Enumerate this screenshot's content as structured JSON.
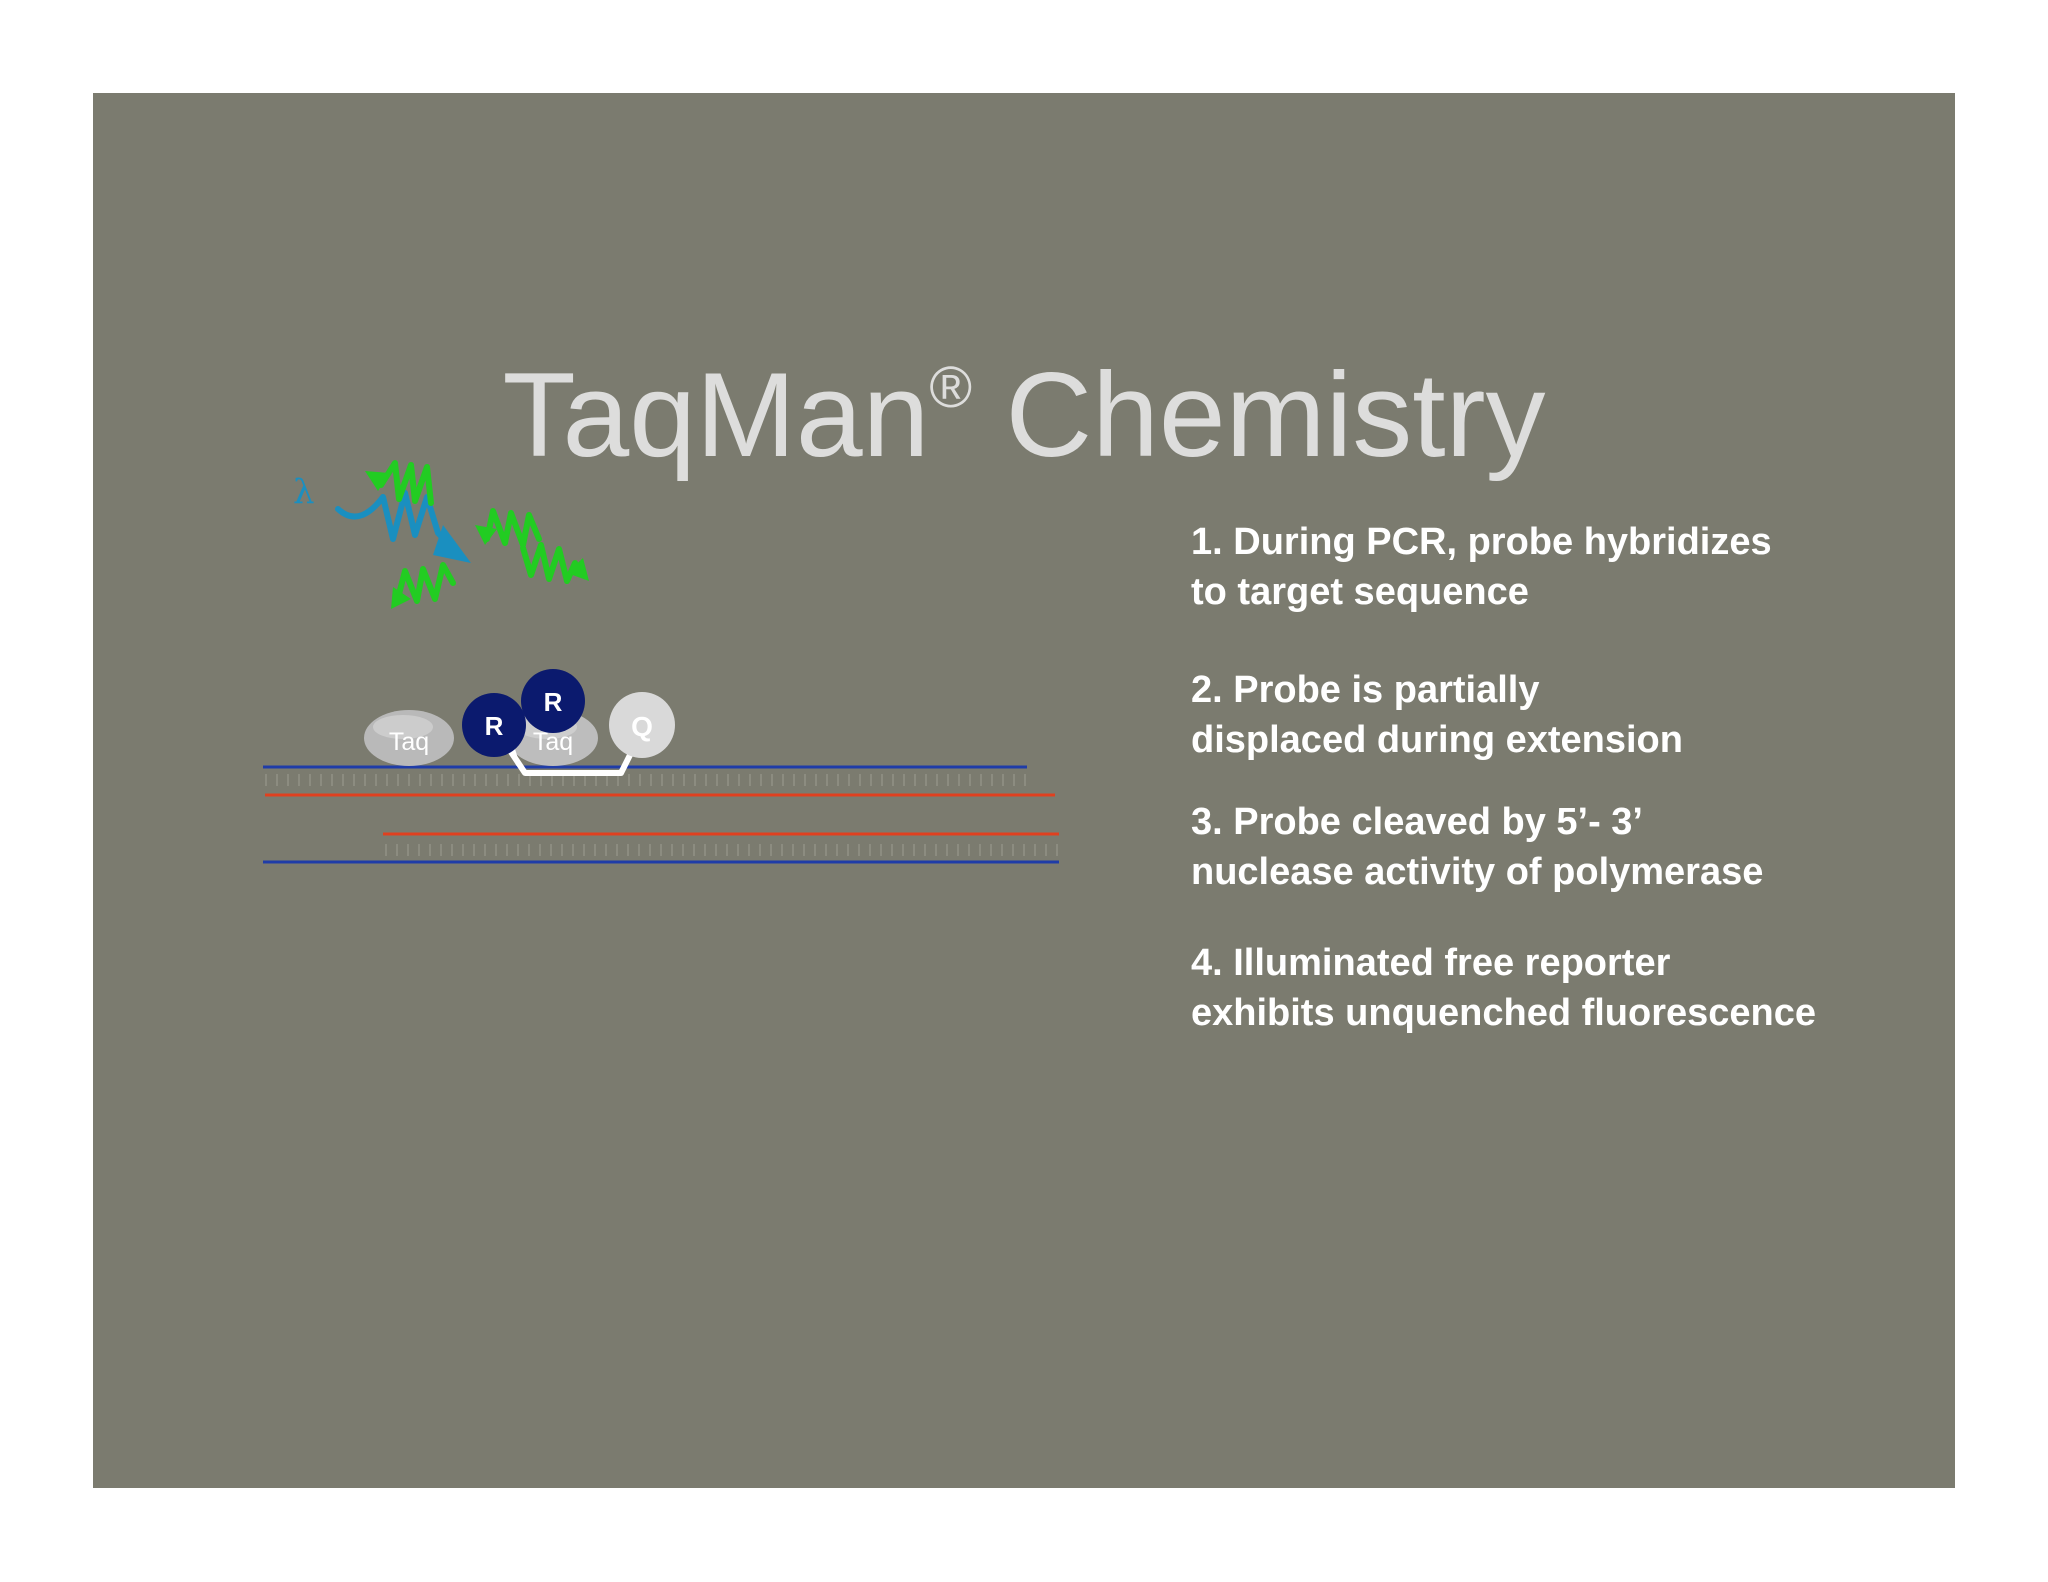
{
  "slide": {
    "title": "TaqMan",
    "title_mark": "®",
    "title_suffix": "Chemistry"
  },
  "diagram": {
    "lambda_symbol": "λ",
    "reporter_label": "R",
    "quencher_label": "Q",
    "polymerase_label": "Taq"
  },
  "steps": [
    {
      "line1": "1.  During PCR, probe hybridizes",
      "line2": "to target sequence"
    },
    {
      "line1": "2.  Probe is partially",
      "line2": "displaced during extension"
    },
    {
      "line1": "3.  Probe cleaved by 5’- 3’",
      "line2": "nuclease activity of polymerase"
    },
    {
      "line1": "4.  Illuminated free reporter",
      "line2": "exhibits unquenched fluorescence"
    }
  ],
  "colors": {
    "background": "#7b7b6f",
    "title": "#dddddc",
    "strand_blue": "#1f3ca8",
    "strand_red": "#e0401f",
    "reporter": "#0b1a6e",
    "fluorescence_green": "#22cc22",
    "excitation_blue": "#1a8fc0"
  }
}
